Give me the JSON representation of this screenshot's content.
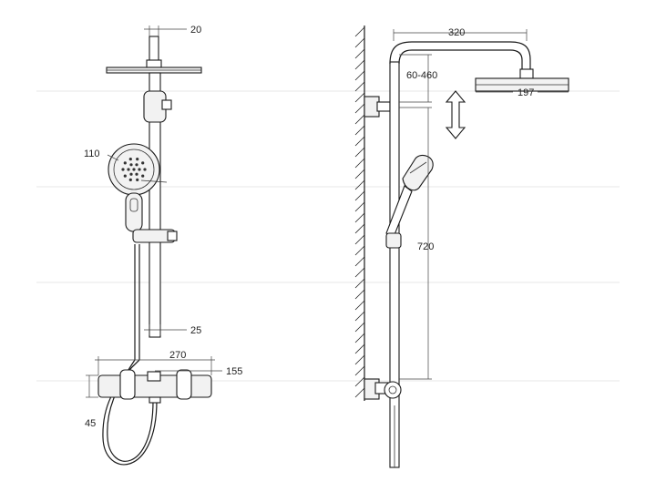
{
  "front_view": {
    "dims": {
      "mount_width": "20",
      "handshower_diameter": "110",
      "bar_diameter": "25",
      "mixer_width": "270",
      "mixer_depth": "155",
      "mixer_height": "45"
    }
  },
  "side_view": {
    "dims": {
      "arm_length": "320",
      "height_adjust": "60-460",
      "head_diameter": "197",
      "rail_length": "720"
    }
  },
  "icons": {
    "adjust_arrow": "double-vertical-arrow-icon"
  }
}
